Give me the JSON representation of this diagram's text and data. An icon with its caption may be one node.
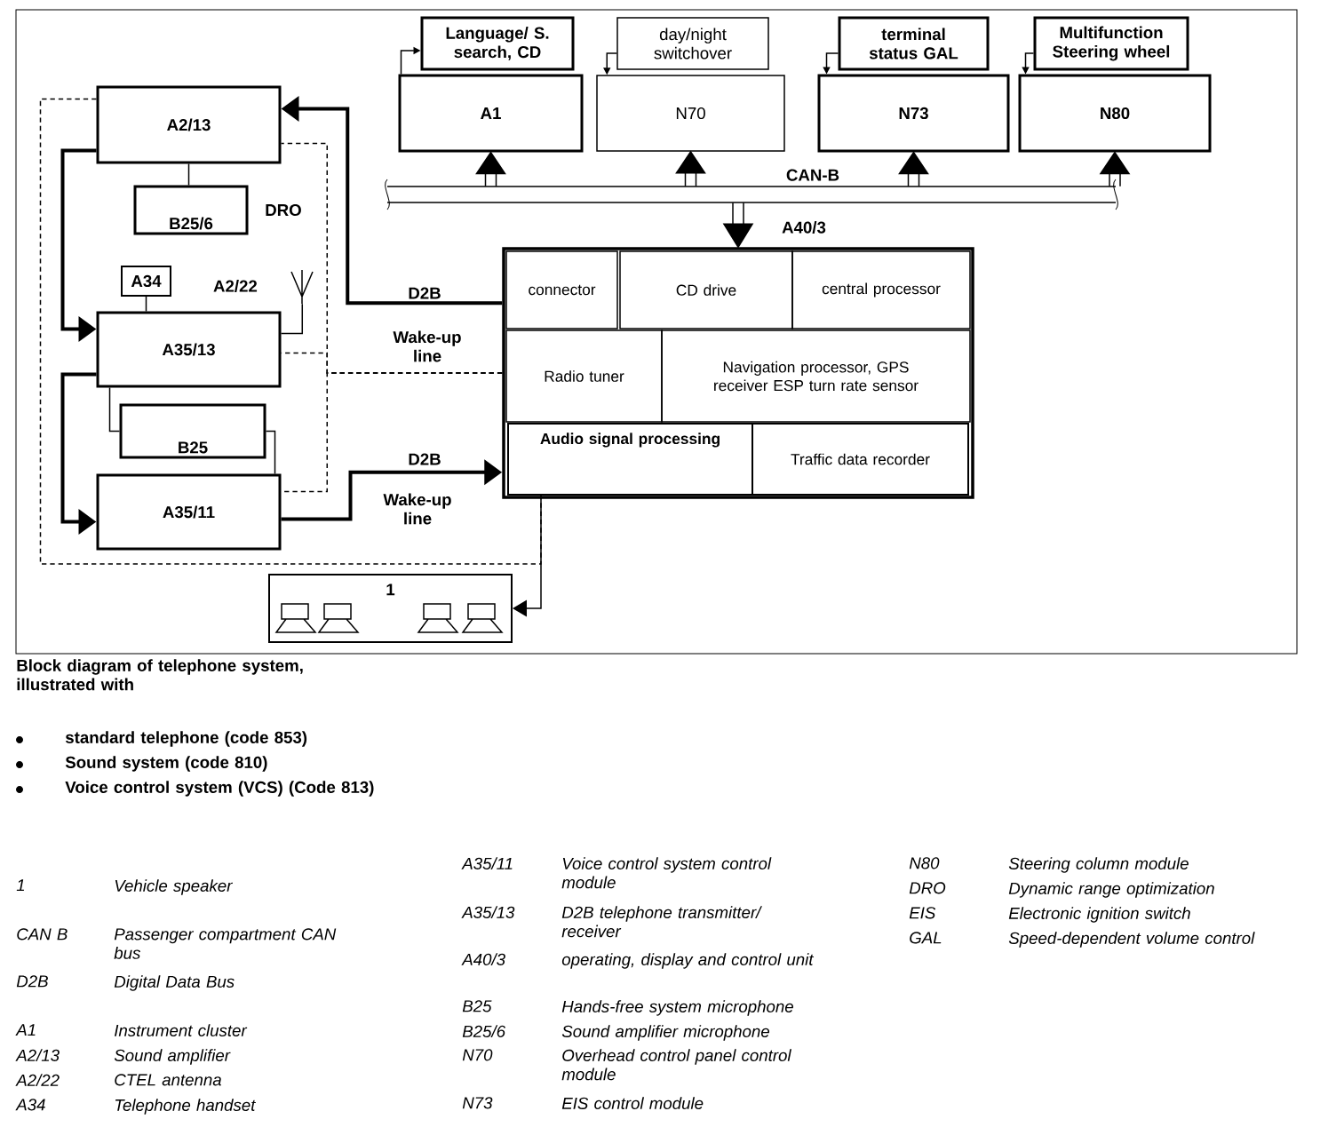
{
  "diagram": {
    "caption": "Block diagram of telephone system, illustrated with",
    "nodes": [
      {
        "text": [
          "Language/ S. search, CD"
        ]
      },
      {
        "text": [
          "day/night switchover"
        ]
      },
      {
        "text": [
          "terminal status GAL"
        ]
      },
      {
        "text": [
          "Multifunction Steering wheel"
        ]
      },
      {
        "text": [
          "A1"
        ]
      },
      {
        "text": [
          "N70"
        ]
      },
      {
        "text": [
          "N73"
        ]
      },
      {
        "text": [
          "N80"
        ]
      },
      {
        "text": [
          "CAN-B"
        ]
      },
      {
        "text": [
          "A40/3"
        ]
      },
      {
        "text": [
          "connector"
        ],
        "in": 9
      },
      {
        "text": [
          "CD drive"
        ],
        "in": 9
      },
      {
        "text": [
          "central processor"
        ],
        "in": 9
      },
      {
        "text": [
          "Radio tuner"
        ],
        "in": 9
      },
      {
        "text": [
          "Navigation processor, GPS receiver ESP turn rate sensor"
        ],
        "in": 9
      },
      {
        "text": [
          "Audio signal processing"
        ],
        "in": 9
      },
      {
        "text": [
          "Traffic data recorder"
        ],
        "in": 9
      },
      {
        "text": [
          "A2/13"
        ]
      },
      {
        "text": [
          "B25/6"
        ],
        "beside": [
          "DRO"
        ]
      },
      {
        "text": [
          "A34"
        ]
      },
      {
        "text": [
          "A35/13"
        ]
      },
      {
        "text": [
          "B25"
        ]
      },
      {
        "text": [
          "A35/11"
        ]
      },
      {
        "text": [
          "1"
        ]
      },
      {
        "text": [
          "A2/22"
        ]
      }
    ],
    "edges": [
      {
        "from": 4,
        "to": 0,
        "arrow": "to"
      },
      {
        "from": 1,
        "to": 5,
        "arrow": "to"
      },
      {
        "from": 2,
        "to": 6,
        "arrow": "to"
      },
      {
        "from": 3,
        "to": 7,
        "arrow": "to"
      },
      {
        "from": 8,
        "to": 4,
        "arrow": "to"
      },
      {
        "from": 8,
        "to": 5,
        "arrow": "to"
      },
      {
        "from": 8,
        "to": 6,
        "arrow": "to"
      },
      {
        "from": 8,
        "to": 7,
        "arrow": "to"
      },
      {
        "from": 8,
        "to": 9,
        "arrow": "to"
      },
      {
        "from": 9,
        "to": 17,
        "arrow": "to",
        "style": "thick",
        "label": "D2B"
      },
      {
        "from": 22,
        "to": 9,
        "arrow": "to",
        "style": "thick",
        "label": "D2B"
      },
      {
        "from": 17,
        "to": 20,
        "arrow": "to",
        "style": "thick"
      },
      {
        "from": 20,
        "to": 22,
        "arrow": "to",
        "style": "thick"
      },
      {
        "from": 9,
        "to": 17,
        "arrow": "none",
        "style": "dashed"
      },
      {
        "from": 9,
        "to": 20,
        "arrow": "none",
        "style": "dashed",
        "label": "Wake-up line"
      },
      {
        "from": 9,
        "to": 22,
        "arrow": "none",
        "style": "dashed"
      },
      {
        "from": 17,
        "to": 15,
        "arrow": "none",
        "style": "dashed"
      },
      {
        "from": 15,
        "to": 23,
        "arrow": "to"
      },
      {
        "from": 17,
        "to": 18,
        "arrow": "none"
      },
      {
        "from": 19,
        "to": 20,
        "arrow": "none"
      },
      {
        "from": 20,
        "to": 24,
        "arrow": "none"
      },
      {
        "from": 20,
        "to": 21,
        "arrow": "none"
      },
      {
        "from": 21,
        "to": 22,
        "arrow": "none"
      }
    ],
    "labels": [
      "Wake-up line",
      "standard telephone (code 853)",
      "Sound system (code 810)",
      "Voice control system (VCS) (Code 813)",
      "1",
      "Vehicle speaker",
      "CAN B",
      "Passenger compartment CAN bus",
      "D2B",
      "Digital Data Bus",
      "A1",
      "Instrument cluster",
      "A2/13",
      "Sound amplifier",
      "A2/22",
      "CTEL antenna",
      "A34",
      "Telephone handset",
      "A35/11",
      "Voice control system control module",
      "A35/13",
      "D2B telephone transmitter/ receiver",
      "A40/3",
      "operating, display and control unit",
      "B25",
      "Hands-free system microphone",
      "B25/6",
      "Sound amplifier microphone",
      "N70",
      "Overhead control panel control module",
      "N73",
      "EIS control module",
      "N80",
      "Steering column module",
      "DRO",
      "Dynamic range optimization",
      "EIS",
      "Electronic ignition switch",
      "GAL",
      "Speed-dependent volume control"
    ]
  }
}
